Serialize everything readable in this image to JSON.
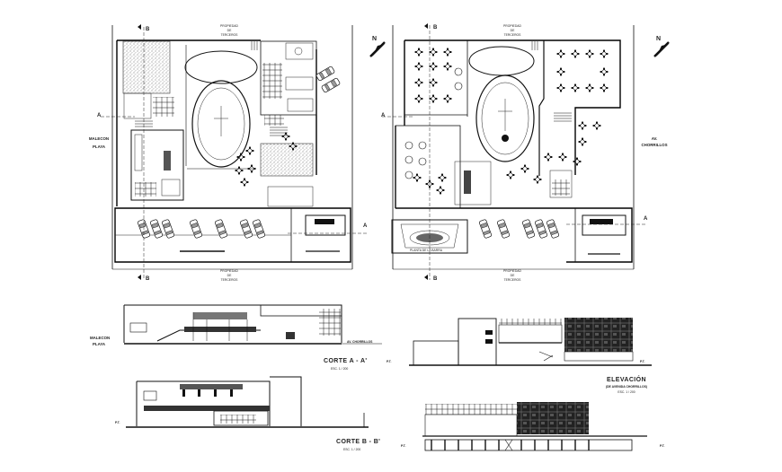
{
  "plan_left": {
    "top_label": [
      "PROPIEDAD",
      "DE",
      "TERCEROS"
    ],
    "bottom_label": [
      "PROPIEDAD",
      "DE",
      "TERCEROS"
    ],
    "left_label": [
      "MALECON",
      "PLAYA"
    ],
    "section_a": "A",
    "section_b": "B"
  },
  "plan_right": {
    "top_label": [
      "PROPIEDAD",
      "DE",
      "TERCEROS"
    ],
    "bottom_label": [
      "PROPIEDAD",
      "DE",
      "TERCEROS"
    ],
    "right_label": [
      "AV.",
      "CHORRILLOS"
    ],
    "upper_floor_label": "PLANTA DE LA BARRA",
    "section_a": "A",
    "section_b": "B"
  },
  "north_symbol": "N",
  "section_aa": {
    "left_label": [
      "MALECON",
      "PLAYA"
    ],
    "right_label": "AV. CHORRILLOS",
    "title": "CORTE A - A'",
    "scale": "ESC. 1 / 200"
  },
  "section_bb": {
    "left_level": "P.T.",
    "title": "CORTE B - B'",
    "scale": "ESC. 1 / 200"
  },
  "elevation": {
    "title": "ELEVACIÓN",
    "subtitle": "(DE AVENIDA CHORRILLOS)",
    "scale": "ESC. 1 / 200",
    "level_label": "P.T."
  }
}
